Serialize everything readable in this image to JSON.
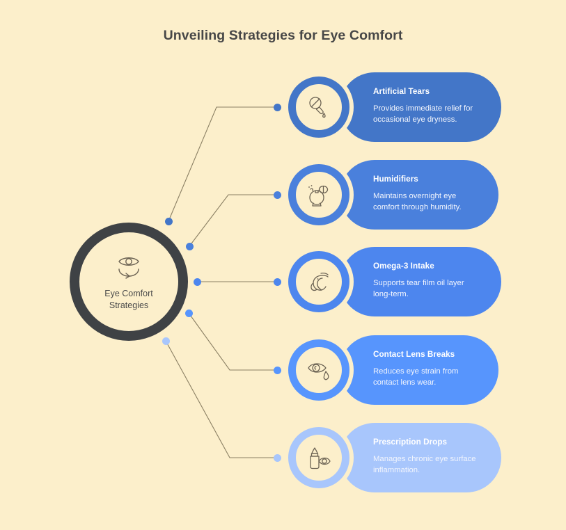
{
  "title": "Unveiling Strategies for Eye Comfort",
  "colors": {
    "background": "#fcefcb",
    "hub_ring": "#3f4245",
    "line": "#8a7f63",
    "title_text": "#474747"
  },
  "hub": {
    "label_line1": "Eye Comfort",
    "label_line2": "Strategies",
    "icon": "eye-refresh-icon"
  },
  "cards": [
    {
      "title": "Artificial Tears",
      "desc": "Provides immediate relief for occasional eye dryness.",
      "icon": "dropper-pipette-icon",
      "color": "#4376c8"
    },
    {
      "title": "Humidifiers",
      "desc": "Maintains overnight eye comfort through humidity.",
      "icon": "humidifier-icon",
      "color": "#4a80dc"
    },
    {
      "title": "Omega-3 Intake",
      "desc": "Supports tear film oil layer long-term.",
      "icon": "shrimp-icon",
      "color": "#4d86ee"
    },
    {
      "title": "Contact Lens Breaks",
      "desc": "Reduces eye strain from contact lens wear.",
      "icon": "eye-teardrop-icon",
      "color": "#5795fd"
    },
    {
      "title": "Prescription Drops",
      "desc": "Manages chronic eye surface inflammation.",
      "icon": "eye-drops-bottle-icon",
      "color": "#a8c6fc"
    }
  ]
}
